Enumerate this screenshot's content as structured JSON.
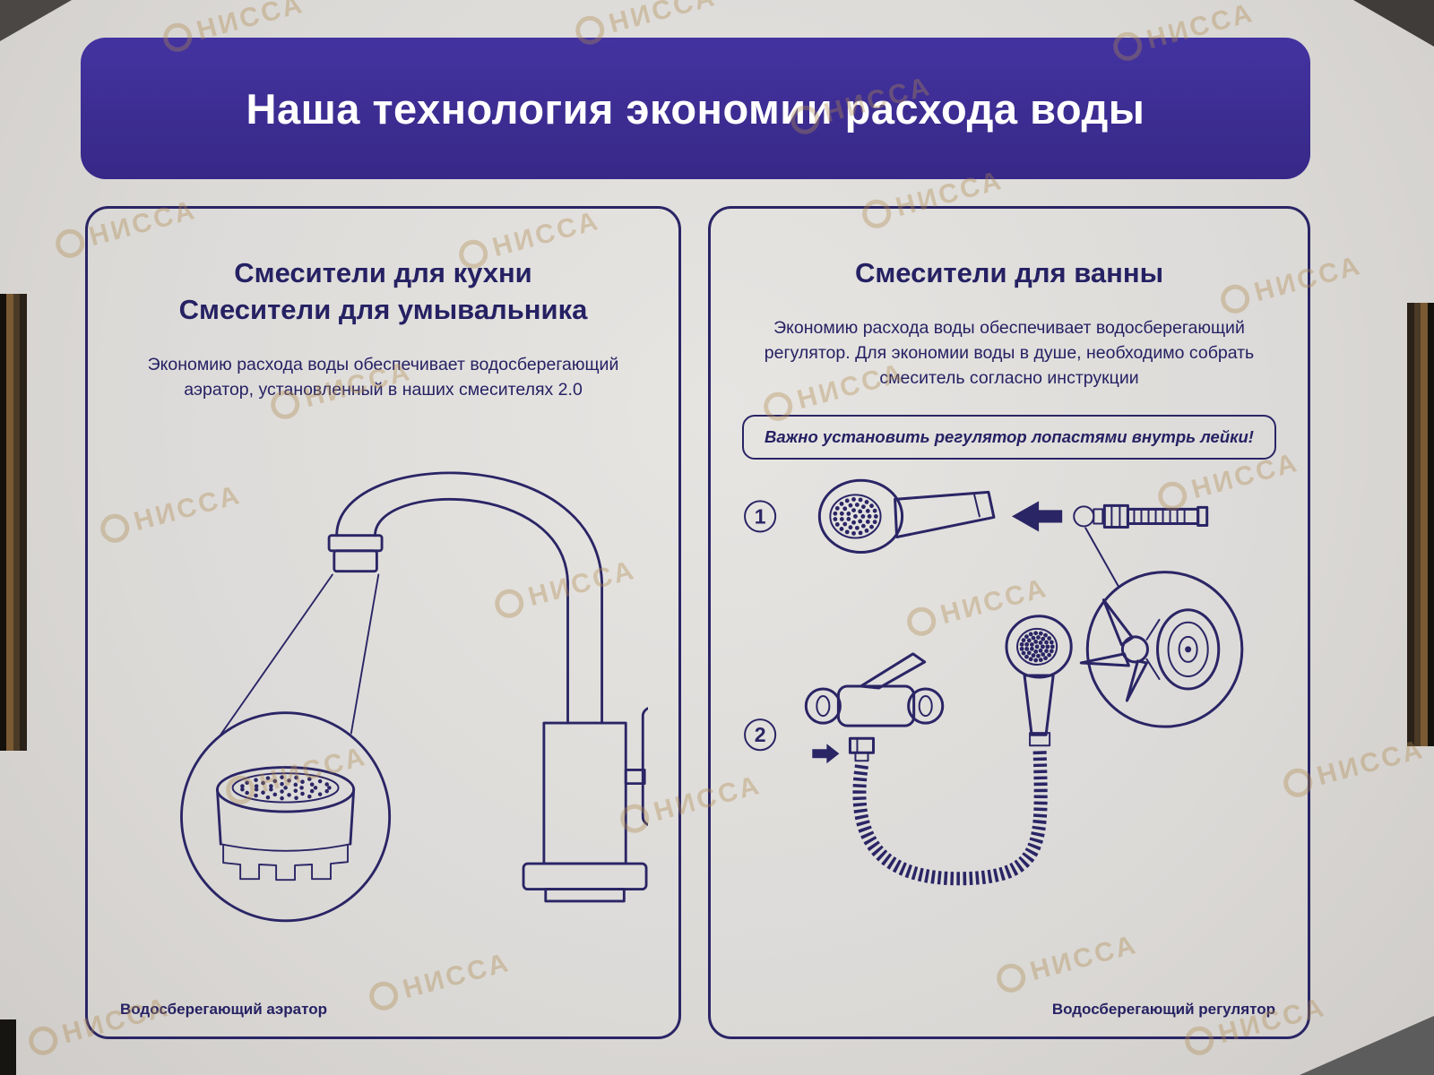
{
  "banner": {
    "title": "Наша технология экономии расхода воды"
  },
  "left_panel": {
    "title_line1": "Смесители для кухни",
    "title_line2": "Смесители для умывальника",
    "description": "Экономию расхода воды обеспечивает водосберегающий аэратор, установленный в наших смесителях 2.0",
    "footer_label": "Водосберегающий аэратор"
  },
  "right_panel": {
    "title": "Смесители для ванны",
    "description": "Экономию расхода воды обеспечивает водосберегающий регулятор. Для экономии воды в душе, необходимо собрать смеситель согласно инструкции",
    "note": "Важно установить регулятор лопастями внутрь лейки!",
    "step1_label": "1",
    "step2_label": "2",
    "footer_label": "Водосберегающий регулятор"
  },
  "watermark": {
    "text": "НИССА"
  },
  "colors": {
    "banner_purple": "#3a2b92",
    "ink_navy": "#2a2565",
    "paper": "#dedcd9",
    "cardboard": "#7a5a33"
  }
}
